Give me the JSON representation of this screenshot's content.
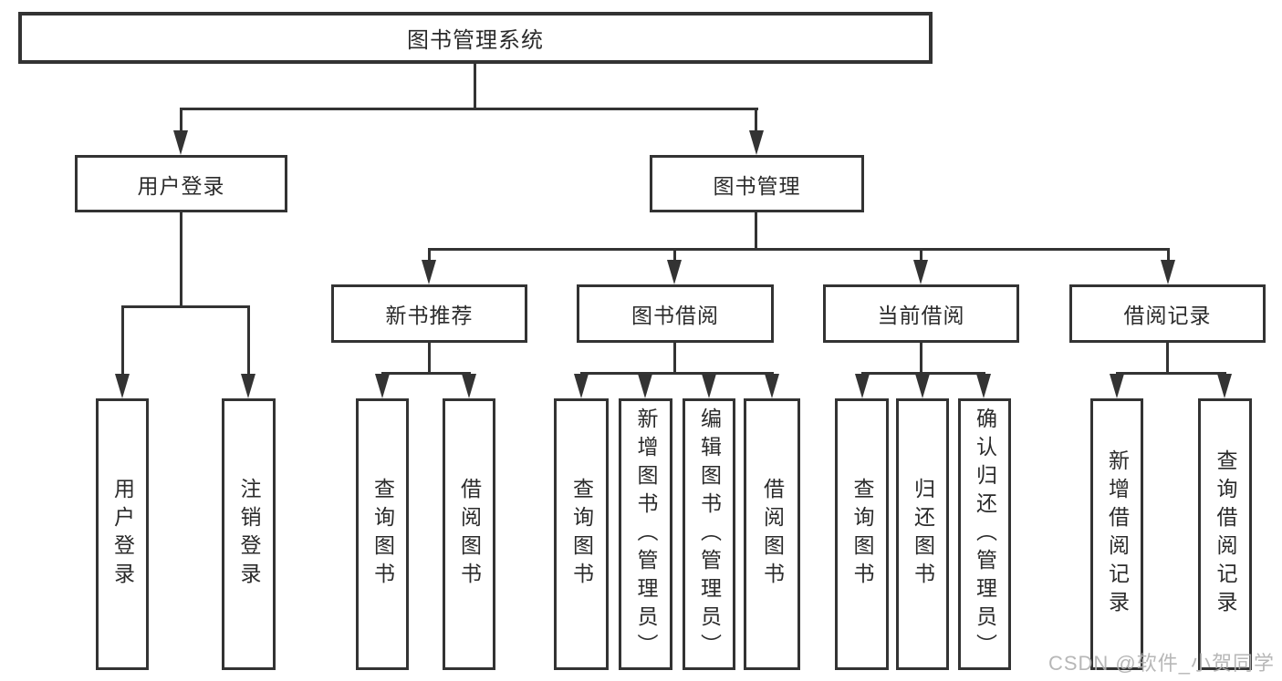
{
  "watermark": "CSDN @软件_小贺同学",
  "colors": {
    "line": "#333333",
    "text": "#2b2b2b",
    "background": "#ffffff",
    "watermark": "#afafaf"
  },
  "tree": {
    "label": "图书管理系统",
    "children": [
      {
        "label": "用户登录",
        "children": [
          {
            "label": "用户登录"
          },
          {
            "label": "注销登录"
          }
        ]
      },
      {
        "label": "图书管理",
        "children": [
          {
            "label": "新书推荐",
            "children": [
              {
                "label": "查询图书"
              },
              {
                "label": "借阅图书"
              }
            ]
          },
          {
            "label": "图书借阅",
            "children": [
              {
                "label": "查询图书"
              },
              {
                "label": "新增图书（管理员）"
              },
              {
                "label": "编辑图书（管理员）"
              },
              {
                "label": "借阅图书"
              }
            ]
          },
          {
            "label": "当前借阅",
            "children": [
              {
                "label": "查询图书"
              },
              {
                "label": "归还图书"
              },
              {
                "label": "确认归还（管理员）"
              }
            ]
          },
          {
            "label": "借阅记录",
            "children": [
              {
                "label": "新增借阅记录"
              },
              {
                "label": "查询借阅记录"
              }
            ]
          }
        ]
      }
    ]
  }
}
